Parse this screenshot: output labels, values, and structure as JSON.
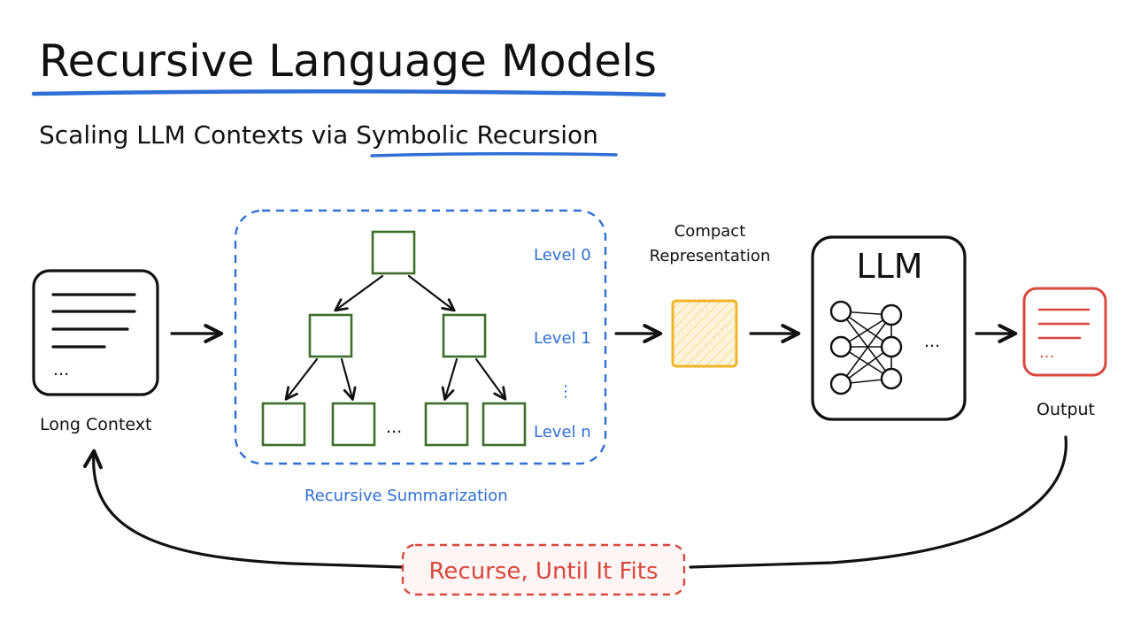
{
  "title": "Recursive Language Models",
  "subtitle_prefix": "Scaling LLM Contexts via ",
  "subtitle_highlight": "Symbolic Recursion",
  "long_context": {
    "label": "Long Context",
    "ellipsis": "..."
  },
  "recursive_summarization": {
    "label": "Recursive Summarization",
    "levels": [
      "Level 0",
      "Level 1",
      "Level n"
    ],
    "vertical_ellipsis": "⋮",
    "ellipsis": "..."
  },
  "compact": {
    "label_line1": "Compact",
    "label_line2": "Representation"
  },
  "llm": {
    "label": "LLM",
    "ellipsis": "..."
  },
  "output": {
    "label": "Output",
    "ellipsis": "..."
  },
  "loop": {
    "label": "Recurse, Until It Fits"
  },
  "colors": {
    "ink": "#111111",
    "blue": "#2f6fd6",
    "green": "#3f6e2a",
    "amber": "#f0b429",
    "amber_fill": "#fdf3db",
    "red": "#d9473f"
  }
}
